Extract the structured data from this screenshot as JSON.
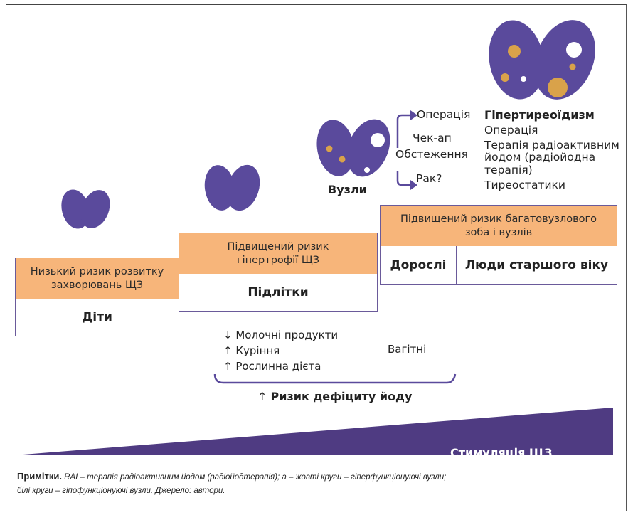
{
  "colors": {
    "thyroid": "#5a4a9c",
    "hyper_nodule": "#d9a24a",
    "hypo_nodule": "#ffffff",
    "risk_box": "#f7b57a",
    "border": "#6a5a9a",
    "wedge": "#4f3b82"
  },
  "stages": [
    {
      "risk": "Низький ризик розвитку захворювань ЩЗ",
      "groups": [
        "Діти"
      ]
    },
    {
      "risk": "Підвищений ризик гіпертрофії ЩЗ",
      "groups": [
        "Підлітки"
      ]
    },
    {
      "risk": "Підвищений ризик багатовузлового зоба і вузлів",
      "groups": [
        "Дорослі",
        "Люди старшого віку"
      ]
    }
  ],
  "nodules": {
    "title": "Вузли",
    "branches": {
      "top": "Операція",
      "middle_1": "Чек-ап",
      "middle_2": "Обстеження",
      "bottom": "Рак?"
    }
  },
  "hyperthyroidism": {
    "title": "Гіпертиреоїдизм",
    "treatments": [
      "Операція",
      "Терапія радіоактивним",
      "йодом (радіойодна",
      "терапія)",
      "Тиреостатики"
    ]
  },
  "factors": [
    {
      "arrow": "↓",
      "label": "Молочні продукти"
    },
    {
      "arrow": "↑",
      "label": "Куріння"
    },
    {
      "arrow": "↑",
      "label": "Рослинна дієта"
    }
  ],
  "pregnant_label": "Вагітні",
  "iodine_risk": {
    "arrow": "↑",
    "label": "Ризик дефіциту йоду"
  },
  "stimulation_label": "Стимуляція ЩЗ",
  "notes": {
    "heading": "Примітки.",
    "line1": " RAI – терапія радіоактивним йодом (радіойодтерапія); а – жовті круги – гіперфункціонуючі вузли;",
    "line2": "білі круги – гіпофункціонуючі вузли. Джерело: автори."
  }
}
